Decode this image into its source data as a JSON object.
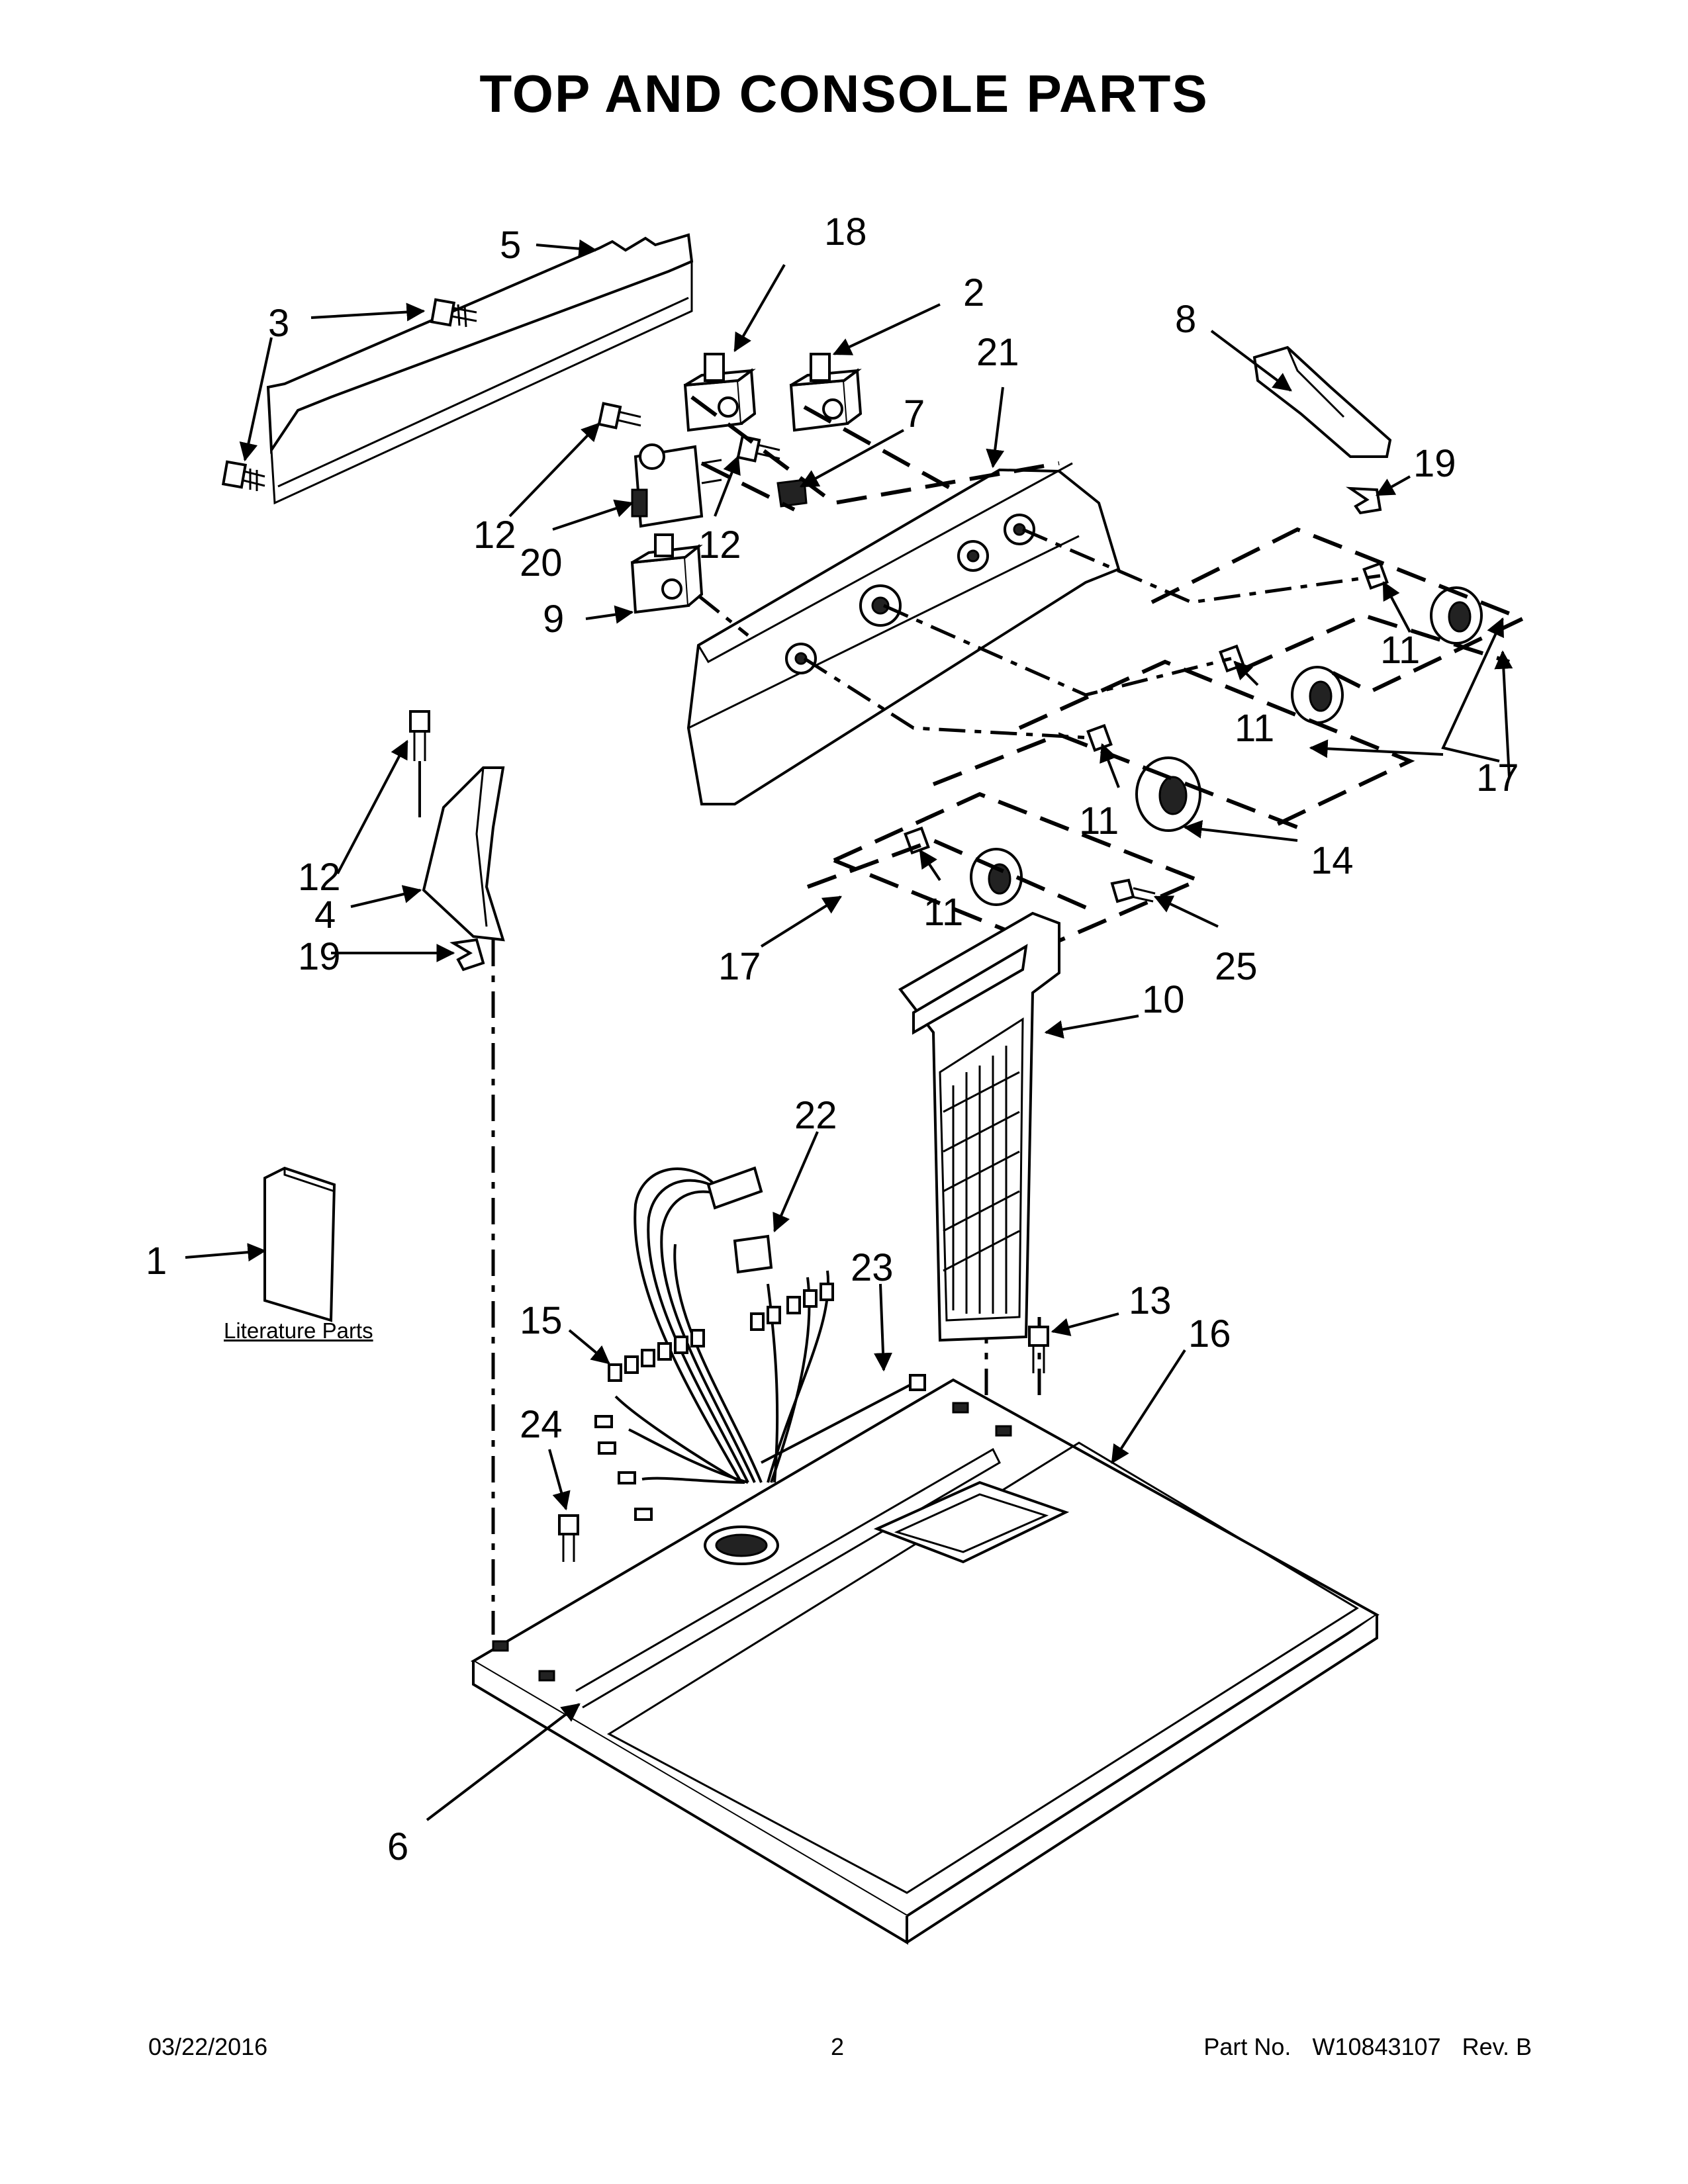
{
  "title": "TOP AND CONSOLE PARTS",
  "callouts": {
    "c1": "1",
    "c2": "2",
    "c3": "3",
    "c4": "4",
    "c5": "5",
    "c6": "6",
    "c7": "7",
    "c8": "8",
    "c9": "9",
    "c10": "10",
    "c11a": "11",
    "c11b": "11",
    "c11c": "11",
    "c11d": "11",
    "c12a": "12",
    "c12b": "12",
    "c12c": "12",
    "c13": "13",
    "c14": "14",
    "c15": "15",
    "c16": "16",
    "c17a": "17",
    "c17b": "17",
    "c18": "18",
    "c19a": "19",
    "c19b": "19",
    "c20": "20",
    "c21": "21",
    "c22": "22",
    "c23": "23",
    "c24": "24",
    "c25": "25"
  },
  "literature_label": "Literature Parts",
  "footer": {
    "date": "03/22/2016",
    "page": "2",
    "part_label": "Part No.",
    "part_number": "W10843107",
    "revision": "Rev. B"
  }
}
